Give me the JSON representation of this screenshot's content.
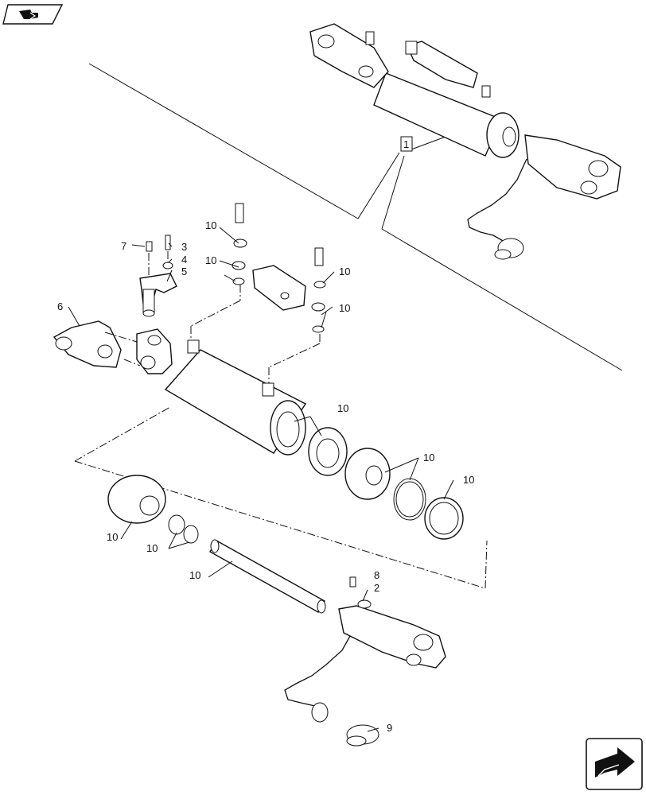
{
  "callouts": {
    "c1": "1",
    "c2": "2",
    "c3": "3",
    "c4": "4",
    "c5": "5",
    "c6": "6",
    "c7": "7",
    "c8": "8",
    "c9": "9",
    "c10": "10"
  },
  "icons": {
    "top_left": "back-arrow-icon",
    "bottom_right": "forward-arrow-icon"
  }
}
